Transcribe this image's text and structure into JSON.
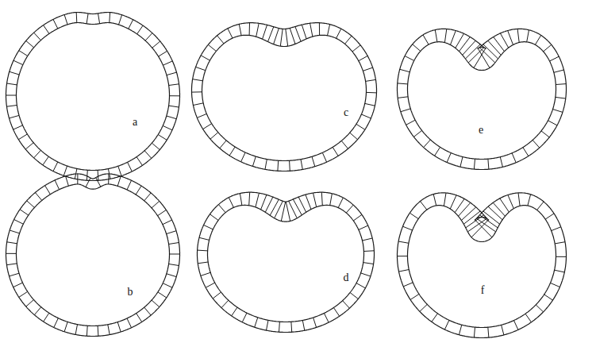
{
  "diagram": {
    "labels": [
      "a",
      "c",
      "e",
      "b",
      "d",
      "f"
    ]
  }
}
